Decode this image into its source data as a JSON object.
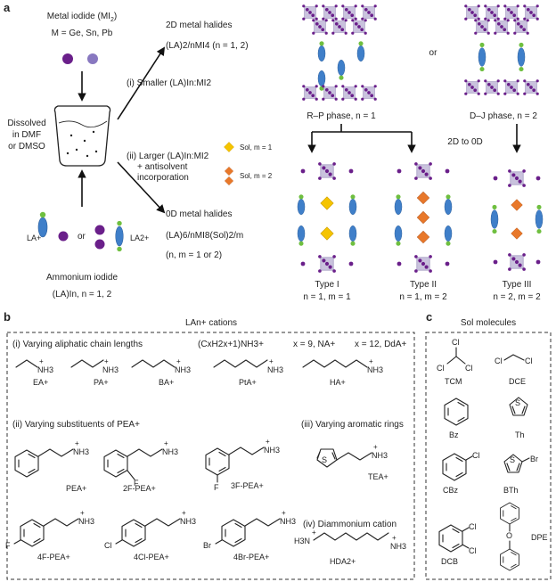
{
  "colors": {
    "purple": "#6a1f8a",
    "green": "#6fbf3f",
    "blue": "#3f7fc9",
    "octa": "#c9c2dd",
    "sol1": "#f5c400",
    "sol2": "#e8782a"
  },
  "panel_a": {
    "label": "a",
    "metal_iodide_title": "Metal iodide (MI",
    "metal_iodide_sub": "2",
    "metal_iodide_close": ")",
    "metals": "M = Ge, Sn, Pb",
    "dissolved": [
      "Dissolved",
      "in DMF",
      "or DMSO"
    ],
    "halides_2d_title": "2D metal halides",
    "halides_2d_formula": "(LA)2/nMI4 (n = 1, 2)",
    "route1": "(i) Smaller (LA)In:MI2",
    "route2": [
      "(ii) Larger (LA)In:MI2",
      "+ antisolvent",
      "incorporation"
    ],
    "legend_sol1": "Sol, m = 1",
    "legend_sol2": "Sol, m = 2",
    "halides_0d_title": "0D metal halides",
    "halides_0d_formula": "(LA)6/nMI8(Sol)2/m",
    "halides_0d_cond": "(n, m = 1 or 2)",
    "la_plus": "LA+",
    "or": "or",
    "la_2plus": "LA2+",
    "ammonium_title": "Ammonium iodide",
    "ammonium_formula": "(LA)In, n = 1, 2",
    "rp_phase": "R–P phase, n = 1",
    "dj_phase": "D–J phase, n = 2",
    "phase_or": "or",
    "arrow_2d_0d": "2D to 0D",
    "types": [
      {
        "name": "Type I",
        "n": "n = 1, m = 1"
      },
      {
        "name": "Type II",
        "n": "n = 1, m = 2"
      },
      {
        "name": "Type III",
        "n": "n = 2, m = 2"
      }
    ]
  },
  "panel_b": {
    "label": "b",
    "title": "LAn+ cations",
    "sec1": "(i) Varying aliphatic chain lengths",
    "general_formula": "(CxH2x+1)NH3+",
    "x9": "x = 9, NA+",
    "x12": "x = 12, DdA+",
    "aliphatic": [
      "EA+",
      "PA+",
      "BA+",
      "PtA+",
      "HA+"
    ],
    "sec2": "(ii) Varying substituents of PEA+",
    "sec3": "(iii) Varying aromatic rings",
    "sec4": "(iv) Diammonium cation",
    "aromatic": [
      "PEA+",
      "2F-PEA+",
      "3F-PEA+",
      "TEA+",
      "4F-PEA+",
      "4Cl-PEA+",
      "4Br-PEA+",
      "HDA2+"
    ]
  },
  "panel_c": {
    "label": "c",
    "title": "Sol molecules",
    "molecules": [
      "TCM",
      "DCE",
      "Bz",
      "Th",
      "CBz",
      "BTh",
      "DCB",
      "DPE"
    ]
  }
}
